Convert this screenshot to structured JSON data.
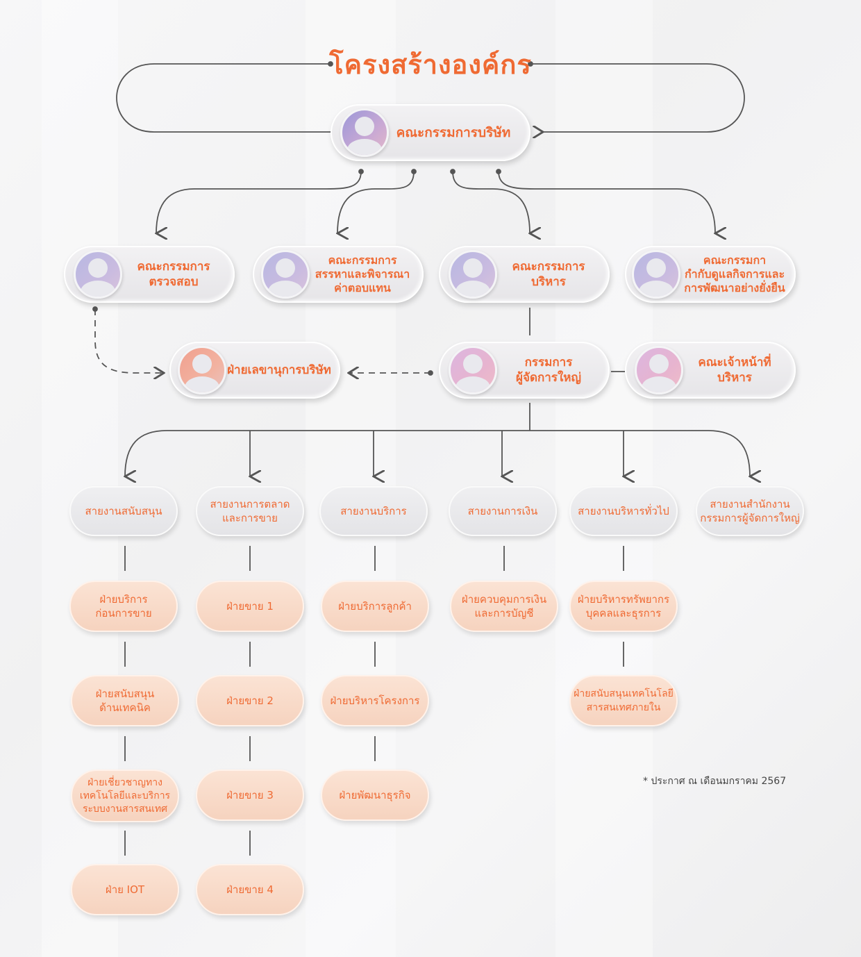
{
  "title": "โครงสร้างองค์กร",
  "board": {
    "label": "คณะกรรมการบริษัท",
    "icon": "person-avatar-icon"
  },
  "committees": [
    {
      "lines": [
        "คณะกรรมการ",
        "ตรวจสอบ"
      ]
    },
    {
      "lines": [
        "คณะกรรมการ",
        "สรรหาและพิจารณา",
        "ค่าตอบแทน"
      ]
    },
    {
      "lines": [
        "คณะกรรมการ",
        "บริหาร"
      ]
    },
    {
      "lines": [
        "คณะกรรมกา",
        "กำกับดูแลกิจการและ",
        "การพัฒนาอย่างยั่งยืน"
      ]
    }
  ],
  "secretary": {
    "label": "ฝ่ายเลขานุการบริษัท"
  },
  "president": {
    "lines": [
      "กรรมการ",
      "ผู้จัดการใหญ่"
    ]
  },
  "exec_committee": {
    "lines": [
      "คณะเจ้าหน้าที่",
      "บริหาร"
    ]
  },
  "divisions": [
    {
      "lines": [
        "สายงานสนับสนุน"
      ]
    },
    {
      "lines": [
        "สายงานการตลาด",
        "และการขาย"
      ]
    },
    {
      "lines": [
        "สายงานบริการ"
      ]
    },
    {
      "lines": [
        "สายงานการเงิน"
      ]
    },
    {
      "lines": [
        "สายงานบริหารทั่วไป"
      ]
    },
    {
      "lines": [
        "สายงานสำนักงาน",
        "กรรมการผู้จัดการใหญ่"
      ]
    }
  ],
  "departments": [
    [
      {
        "lines": [
          "ฝ่ายบริการ",
          "ก่อนการขาย"
        ]
      },
      {
        "lines": [
          "ฝ่ายสนับสนุน",
          "ด้านเทคนิค"
        ]
      },
      {
        "lines": [
          "ฝ่ายเชี่ยวชาญทาง",
          "เทคโนโลยีและบริการ",
          "ระบบงานสารสนเทศ"
        ]
      },
      {
        "lines": [
          "ฝ่าย IOT"
        ]
      }
    ],
    [
      {
        "lines": [
          "ฝ่ายขาย 1"
        ]
      },
      {
        "lines": [
          "ฝ่ายขาย 2"
        ]
      },
      {
        "lines": [
          "ฝ่ายขาย 3"
        ]
      },
      {
        "lines": [
          "ฝ่ายขาย 4"
        ]
      }
    ],
    [
      {
        "lines": [
          "ฝ่ายบริการลูกค้า"
        ]
      },
      {
        "lines": [
          "ฝ่ายบริหารโครงการ"
        ]
      },
      {
        "lines": [
          "ฝ่ายพัฒนาธุรกิจ"
        ]
      }
    ],
    [
      {
        "lines": [
          "ฝ่ายควบคุมการเงิน",
          "และการบัญชี"
        ]
      }
    ],
    [
      {
        "lines": [
          "ฝ่ายบริหารทรัพยากร",
          "บุคคลและธุรการ"
        ]
      },
      {
        "lines": [
          "ฝ่ายสนับสนุนเทคโนโลยี",
          "สารสนเทศภายใน"
        ]
      }
    ]
  ],
  "footnote": "* ประกาศ ณ เดือนมกราคม 2567",
  "colors": {
    "accent": "#ef6a33",
    "peach": "#f8dccb",
    "pill": "#e9e8eb",
    "line": "#555555"
  }
}
